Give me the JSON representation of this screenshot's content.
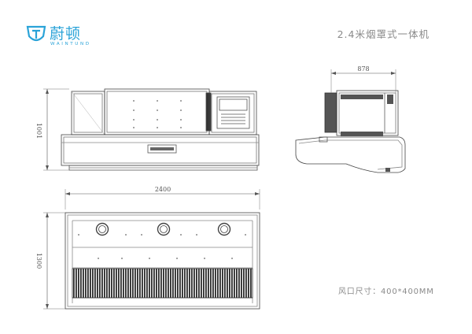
{
  "brand": {
    "name_cn": "蔚顿",
    "name_en": "WAINTUND",
    "accent": "#2aa3d8"
  },
  "title": "2.4米烟罩式一体机",
  "note": "风口尺寸：400*400MM",
  "dimensions": {
    "front_height": "1001",
    "side_width": "878",
    "plan_width": "2400",
    "plan_depth": "1300"
  }
}
